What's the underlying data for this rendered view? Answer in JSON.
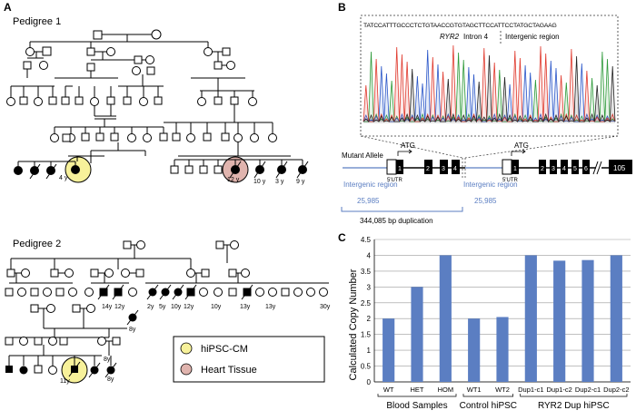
{
  "figure": {
    "panel_a_label": "A",
    "panel_b_label": "B",
    "panel_c_label": "C",
    "pedigree1_title": "Pedigree 1",
    "pedigree2_title": "Pedigree 2",
    "ages_p1": [
      "4 y",
      "12 y",
      "10 y",
      "3 y",
      "9 y"
    ],
    "ages_p2": [
      "14y",
      "12y",
      "8y",
      "2y",
      "5y",
      "10y",
      "12y",
      "10y",
      "13y",
      "13y",
      "30y",
      "8y",
      "11y",
      "8y"
    ],
    "legend": {
      "hipsc": "hiPSC-CM",
      "heart": "Heart Tissue",
      "hipsc_color": "#f7f19a",
      "heart_color": "#e0b4ae"
    }
  },
  "panel_b": {
    "sequence": "TATCCATTTGCCCTCTGTAACCGTGTAGCTTCCATTCCTATGCTAGAAG",
    "gene_label": "RYR2",
    "intron_label": "Intron 4",
    "intergenic_top": "Intergenic region",
    "mutant_allele": "Mutant Allele",
    "atg": "ATG",
    "utr": "5'UTR",
    "intergenic_label": "Intergenic region",
    "intergenic_size": "25,985",
    "duplication": "344,085 bp duplication",
    "exons_mut": [
      "1",
      "2",
      "3",
      "4"
    ],
    "exons_wt": [
      "1",
      "2",
      "3",
      "4",
      "5",
      "6"
    ],
    "last_exon": "105"
  },
  "chart_data": {
    "type": "bar",
    "ylabel": "Calculated Copy Number",
    "ylim": [
      0,
      4.5
    ],
    "yticks": [
      "0",
      "0.5",
      "1",
      "1.5",
      "2",
      "2.5",
      "3",
      "3.5",
      "4",
      "4.5"
    ],
    "categories": [
      "WT",
      "HET",
      "HOM",
      "WT1",
      "WT2",
      "Dup1-c1",
      "Dup1-c2",
      "Dup2-c1",
      "Dup2-c2"
    ],
    "values": [
      2.0,
      3.0,
      4.0,
      2.0,
      2.05,
      4.0,
      3.83,
      3.85,
      4.0
    ],
    "groups": [
      "Blood Samples",
      "Control hiPSC",
      "RYR2 Dup hiPSC"
    ],
    "bar_color": "#5b7ec2",
    "grid": true
  }
}
